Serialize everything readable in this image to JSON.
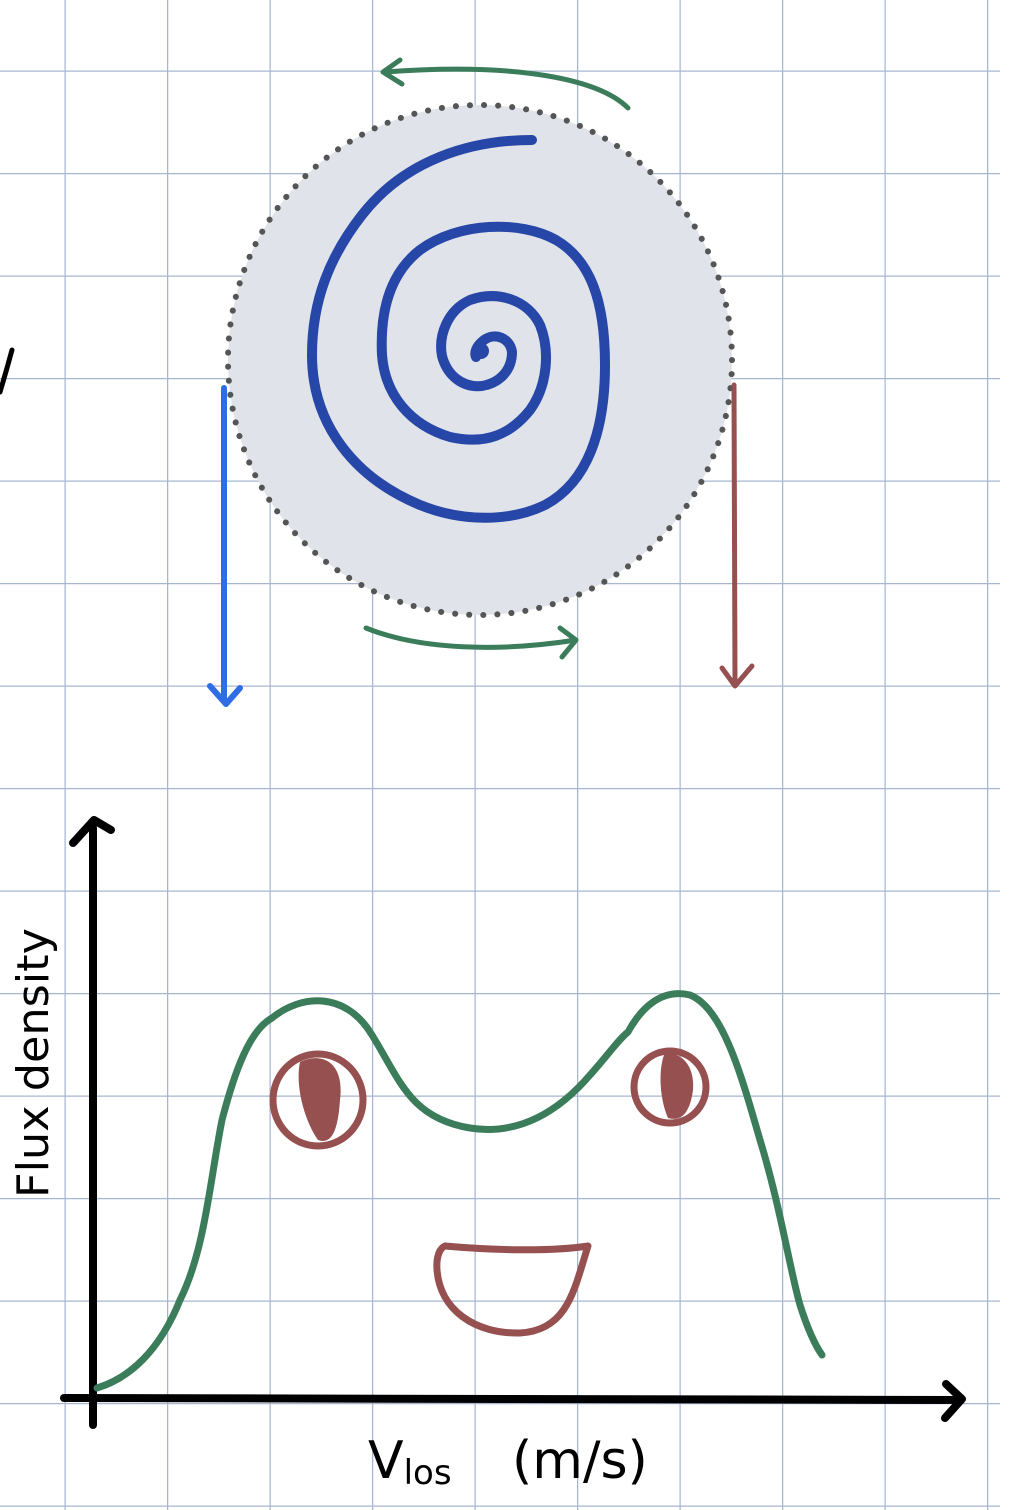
{
  "colors": {
    "grid": "#a7b6d0",
    "paper": "#ffffff",
    "disk_fill": "#e0e3e9",
    "disk_outline": "#555555",
    "spiral": "#2646a8",
    "rotation_arrows": "#3b7d5a",
    "approaching_arrow": "#2f6de6",
    "receding_arrow": "#96504f",
    "profile_curve": "#3b7d5a",
    "face_features": "#96504f",
    "axes": "#000000"
  },
  "diagram": {
    "galaxy": {
      "shape": "spiral",
      "rotation": "counterclockwise",
      "left_arrow": "down",
      "right_arrow": "down"
    },
    "plot": {
      "y_axis_label": "Flux density",
      "x_axis_label_main": "V",
      "x_axis_label_sub": "los",
      "x_axis_unit": "(m/s)",
      "curve": "double-horned profile"
    }
  }
}
